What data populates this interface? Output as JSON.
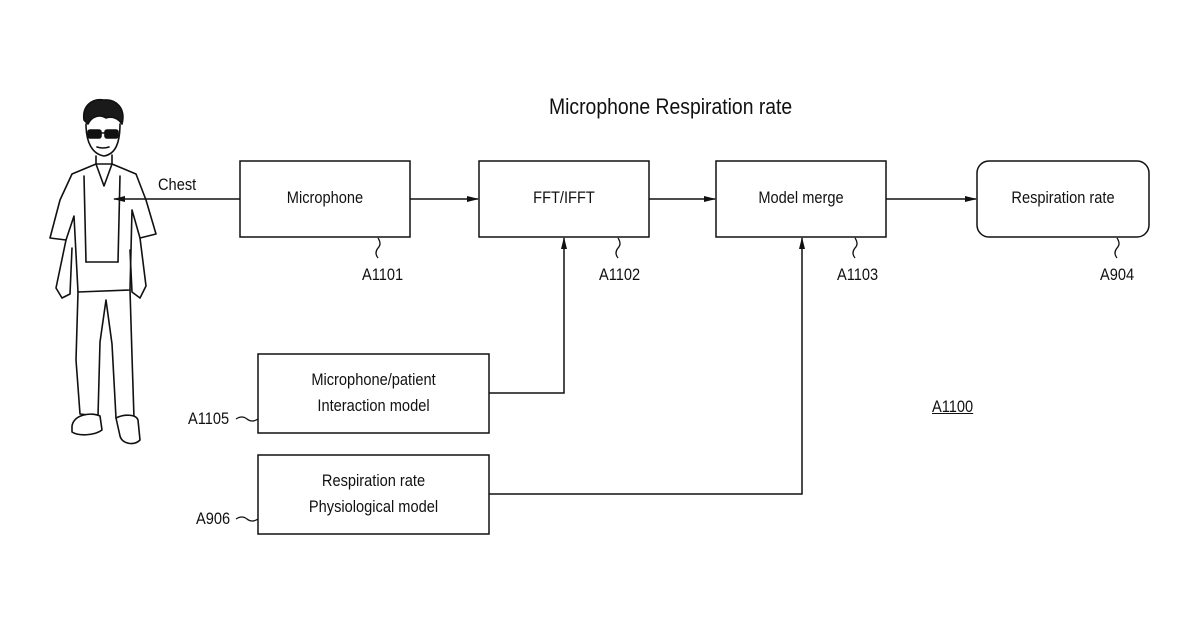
{
  "title": "Microphone Respiration rate",
  "figure_ref": "A1100",
  "chest_label": "Chest",
  "blocks": {
    "microphone": {
      "label": "Microphone",
      "ref": "A1101"
    },
    "fft": {
      "label": "FFT/IFFT",
      "ref": "A1102"
    },
    "model_merge": {
      "label": "Model merge",
      "ref": "A1103"
    },
    "respiration_rate": {
      "label": "Respiration rate",
      "ref": "A904"
    },
    "interaction_model": {
      "line1": "Microphone/patient",
      "line2": "Interaction model",
      "ref": "A1105"
    },
    "physiological_model": {
      "line1": "Respiration rate",
      "line2": "Physiological model",
      "ref": "A906"
    }
  }
}
